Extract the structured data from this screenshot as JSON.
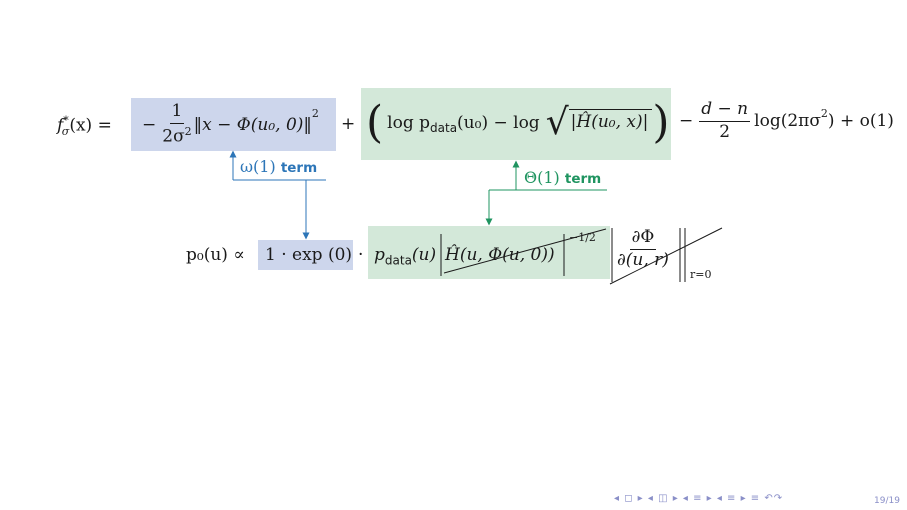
{
  "equation_top": {
    "lhs": "f",
    "lhs_sub": "σ",
    "lhs_sup": "*",
    "lhs_arg": "(x) =",
    "blue_term": {
      "minus": "−",
      "frac_num": "1",
      "frac_den": "2σ",
      "frac_den_sup": "2",
      "norm": "‖x − Φ(u₀, 0)‖",
      "norm_sup": "2"
    },
    "plus": "+",
    "green_term": {
      "log1": "log p",
      "data1": "data",
      "arg1": "(u₀) − log",
      "sqrt_inner": "Ĥ(u₀, x)"
    },
    "tail": {
      "minus": "−",
      "frac_num": "d − n",
      "frac_den": "2",
      "rest": "log(2πσ",
      "rest_sup": "2",
      "rest_end": ") + o(1)"
    }
  },
  "labels": {
    "omega": "ω(1)",
    "omega_word": "term",
    "theta": "Θ(1)",
    "theta_word": "term"
  },
  "equation_bottom": {
    "lhs": "p₀(u) ∝",
    "blue_term": "1 · exp (0)",
    "dot": "·",
    "p": "p",
    "data": "data",
    "u": "(u)",
    "h_term": "Ĥ(u, Φ(u, 0))",
    "exponent": "−1/2",
    "partial_num": "∂Φ",
    "partial_den": "∂(u, r)",
    "eval_sub": "r=0"
  },
  "footer": {
    "nav_icons": "◂ ◻ ▸ ◂ ◫ ▸ ◂ ≡ ▸ ◂ ≡ ▸  ≡  ↶↷",
    "page": "19/19"
  },
  "colors": {
    "blue_box": "#cdd6ec",
    "green_box": "#d3e8d9",
    "blue_accent": "#2d76b8",
    "green_accent": "#1f9460"
  }
}
